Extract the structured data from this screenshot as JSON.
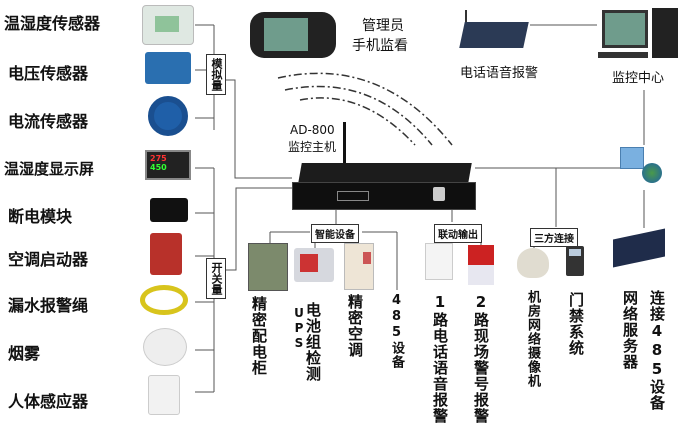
{
  "left_sensors": [
    {
      "label": "温湿度传感器"
    },
    {
      "label": "电压传感器"
    },
    {
      "label": "电流传感器"
    },
    {
      "label": "温湿度显示屏"
    },
    {
      "label": "断电模块"
    },
    {
      "label": "空调启动器"
    },
    {
      "label": "漏水报警绳"
    },
    {
      "label": "烟雾"
    },
    {
      "label": "人体感应器"
    }
  ],
  "groups": {
    "analog": "模拟量",
    "switch": "开关量",
    "smart": "智能设备",
    "linkage": "联动输出",
    "third_party": "三方连接"
  },
  "host": {
    "model": "AD-800",
    "name": "监控主机"
  },
  "phone": {
    "line1": "管理员",
    "line2": "手机监看"
  },
  "voice_alarm": {
    "label": "电话语音报警"
  },
  "monitor_center": {
    "label": "监控中心"
  },
  "display_readout": {
    "temp": "275",
    "hum": "450"
  },
  "bottom_devices": [
    {
      "label": "精密配电柜"
    },
    {
      "label": "UPS"
    },
    {
      "label": "电池组检测"
    },
    {
      "label": "精密空调"
    },
    {
      "label": "485设备"
    },
    {
      "label": "1路电话语音报警"
    },
    {
      "label": "2路现场警号报警"
    },
    {
      "label": "机房网络摄像机"
    },
    {
      "label": "门禁系统"
    },
    {
      "label": "网络服务器"
    },
    {
      "label": "连接485设备"
    }
  ]
}
